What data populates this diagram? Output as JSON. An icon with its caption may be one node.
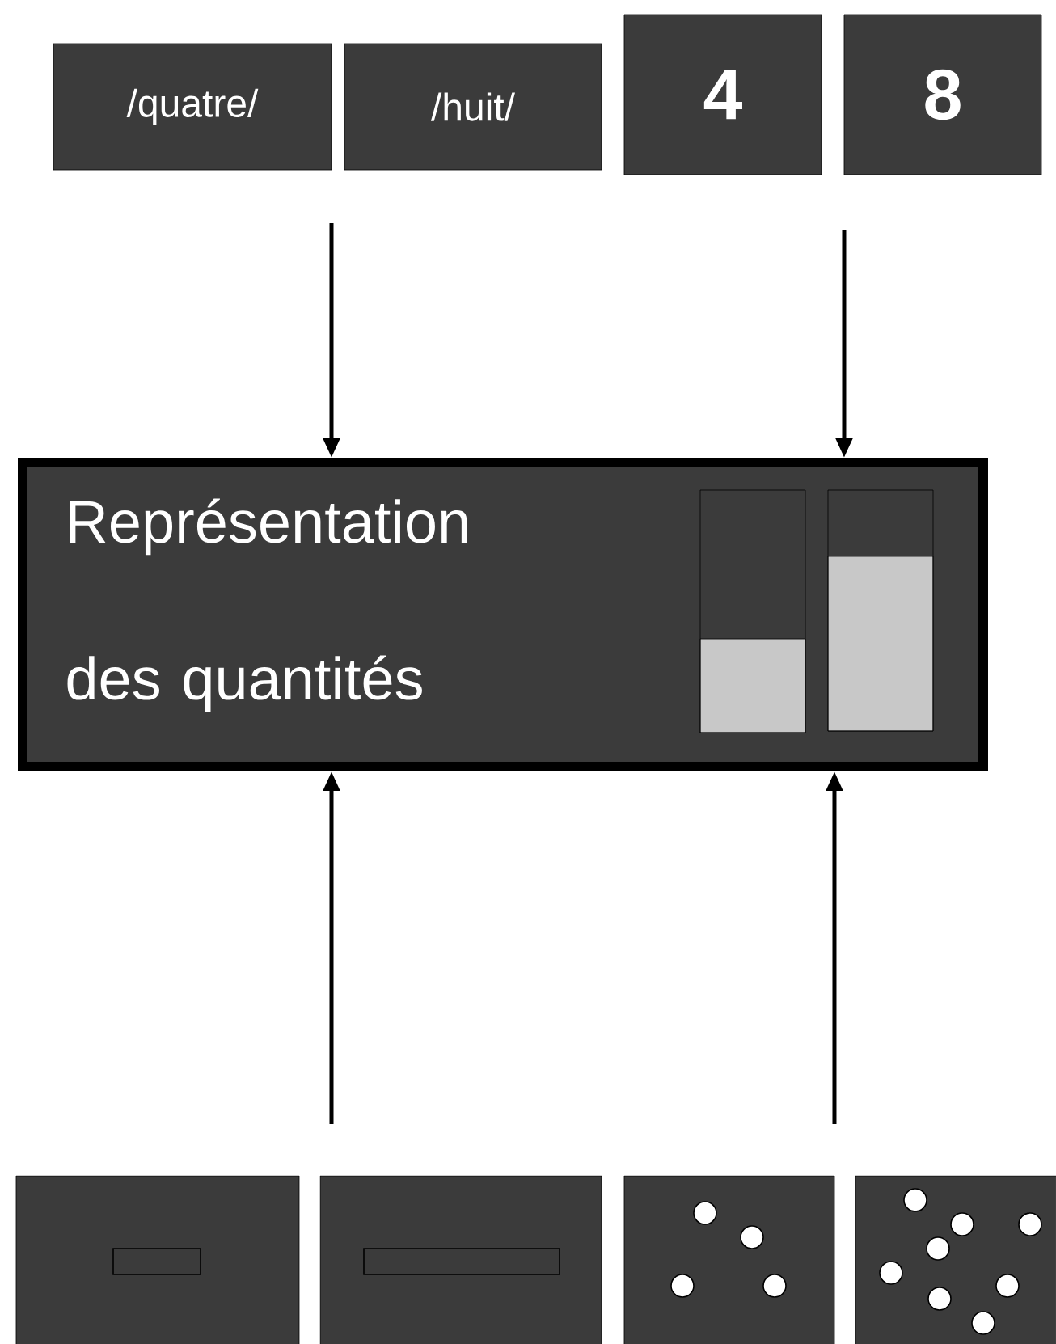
{
  "diagram": {
    "nodes": [
      {
        "text": [
          "/quatre/"
        ]
      },
      {
        "text": [
          "/huit/"
        ]
      },
      {
        "text": [
          "**4**"
        ]
      },
      {
        "text": [
          "**8**"
        ]
      },
      {
        "text": [
          "Représentation des quantités"
        ]
      },
      {
        "text": [],
        "shape": "box"
      },
      {
        "text": [],
        "shape": "box"
      },
      {
        "text": [],
        "shape": "box"
      },
      {
        "text": [],
        "shape": "box"
      }
    ],
    "edges": [
      {
        "from": null,
        "to": 4,
        "arrow": "to"
      },
      {
        "from": null,
        "to": 4,
        "arrow": "to"
      },
      {
        "from": null,
        "to": 4,
        "arrow": "to"
      },
      {
        "from": null,
        "to": 4,
        "arrow": "to"
      }
    ]
  }
}
